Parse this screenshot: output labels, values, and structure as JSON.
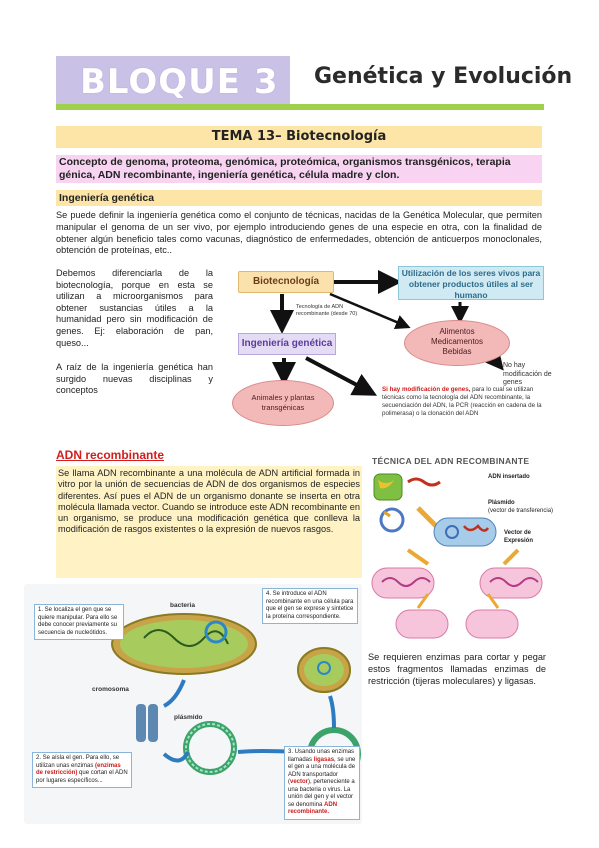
{
  "header": {
    "bloque": "BLOQUE 3",
    "title": "Genética y Evolución"
  },
  "tema": "TEMA 13– Biotecnología",
  "concepto": "Concepto de genoma, proteoma, genómica, proteómica, organismos transgénicos, terapia génica, ADN recombinante, ingeniería genética, célula madre y clon.",
  "ingenieria": {
    "heading": "Ingeniería genética",
    "paragraph": "Se puede definir la ingeniería genética como el conjunto de técnicas, nacidas de la Genética Molecular, que permiten manipular el genoma de un ser vivo, por ejemplo introduciendo genes de una especie en otra, con la finalidad de obtener algún beneficio tales como vacunas, diagnóstico de enfermedades, obtención de anticuerpos monoclonales, obtención de proteínas, etc..",
    "left_text_1": "Debemos diferenciarla de la biotecnología, porque en esta se utilizan a microorganismos para obtener sustancias útiles a la humanidad pero sin modificación de genes. Ej: elaboración de pan, queso...",
    "left_text_2": "A raíz de la ingeniería genética han surgido nuevas disciplinas y conceptos"
  },
  "diagram": {
    "biotecnologia": "Biotecnología",
    "utilizacion": "Utilización de los seres vivos para obtener productos útiles al ser humano",
    "sin_adn": "Tecnología de ADN recombinante (desde 70)",
    "ingenieria": "Ingeniería genética",
    "alimentos": "Alimentos",
    "medicamentos": "Medicamentos",
    "bebidas": "Bebidas",
    "no_hay": "No hay modificación de genes",
    "animales": "Animales y plantas transgénicas",
    "si_hay_red": "Si hay modificación de genes,",
    "si_hay_rest": " para lo cual se utilizan técnicas como la tecnología del ADN recombinante, la secuenciación del ADN, la PCR (reacción en cadena de la polimerasa) o la clonación del ADN"
  },
  "adn": {
    "title": "ADN recombinante",
    "text": "Se llama ADN recombinante a una molécula de ADN artificial formada in vitro por la unión de secuencias de ADN de dos organismos de especies diferentes. Así pues el ADN de un organismo donante se inserta en otra molécula llamada vector. Cuando se introduce este ADN recombinante en un organismo, se produce una modificación genética que conlleva la modificación de rasgos existentes o la expresión de nuevos rasgos."
  },
  "tecnica": {
    "title": "TÉCNICA DEL ADN RECOMBINANTE",
    "adn_insertado": "ADN insertado",
    "plasmido": "Plásmido",
    "plasmido_sub": "(vector de transferencia)",
    "vector": "Vector de",
    "vector2": "Expresión"
  },
  "enzimas_text": "Se requieren enzimas para cortar y pegar estos fragmentos llamadas enzimas de restricción (tijeras moleculares) y ligasas.",
  "figure": {
    "label_bacteria": "bacteria",
    "label_cromosoma": "cromosoma",
    "label_plasmido": "plásmido",
    "step1": "1. Se localiza el gen que se quiere manipular. Para ello se debe conocer previamente su secuencia de nucleótidos.",
    "step2_a": "2. Se aísla el gen. Para ello, se utilizan unas enzimas ",
    "step2_red": "(enzimas de restricción)",
    "step2_b": " que cortan el ADN por lugares específicos...",
    "step3_a": "3. Usando unas enzimas llamadas ",
    "step3_red1": "ligasas",
    "step3_b": ", se une el gen a una molécula de ADN transportador (",
    "step3_red2": "vector",
    "step3_c": "), perteneciente a una bacteria o virus. La unión del gen y el vector se denomina ",
    "step3_red3": "ADN recombinante.",
    "step4": "4. Se introduce el ADN recombinante en una célula para que el gen se exprese y sintetice la proteína correspondiente."
  },
  "colors": {
    "bloque_bg": "#c9c1e6",
    "green_bar": "#9ed04b",
    "tema_bg": "#fce5a7",
    "concepto_bg": "#f8d4f2",
    "adn_title": "#d41d1d",
    "adn_text_bg": "#fff3c5"
  }
}
